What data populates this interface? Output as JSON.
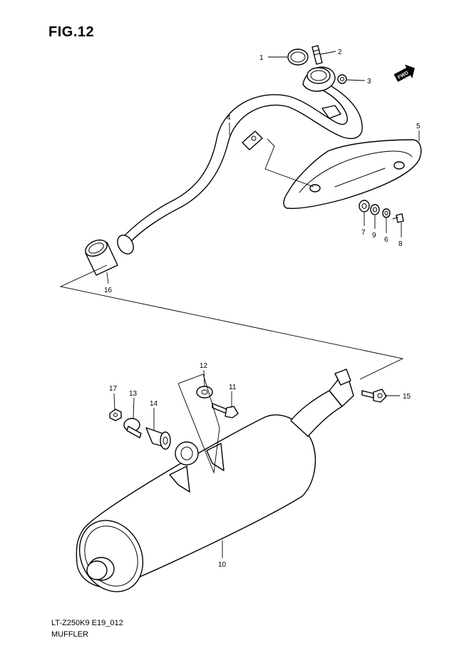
{
  "figure": {
    "title": "FIG.12",
    "fwd_label": "FWD"
  },
  "footer": {
    "model_code": "LT-Z250K9 E19_012",
    "section_name": "MUFFLER"
  },
  "callouts": [
    "1",
    "2",
    "3",
    "4",
    "5",
    "7",
    "9",
    "6",
    "8",
    "16",
    "12",
    "11",
    "17",
    "13",
    "14",
    "15",
    "10"
  ]
}
